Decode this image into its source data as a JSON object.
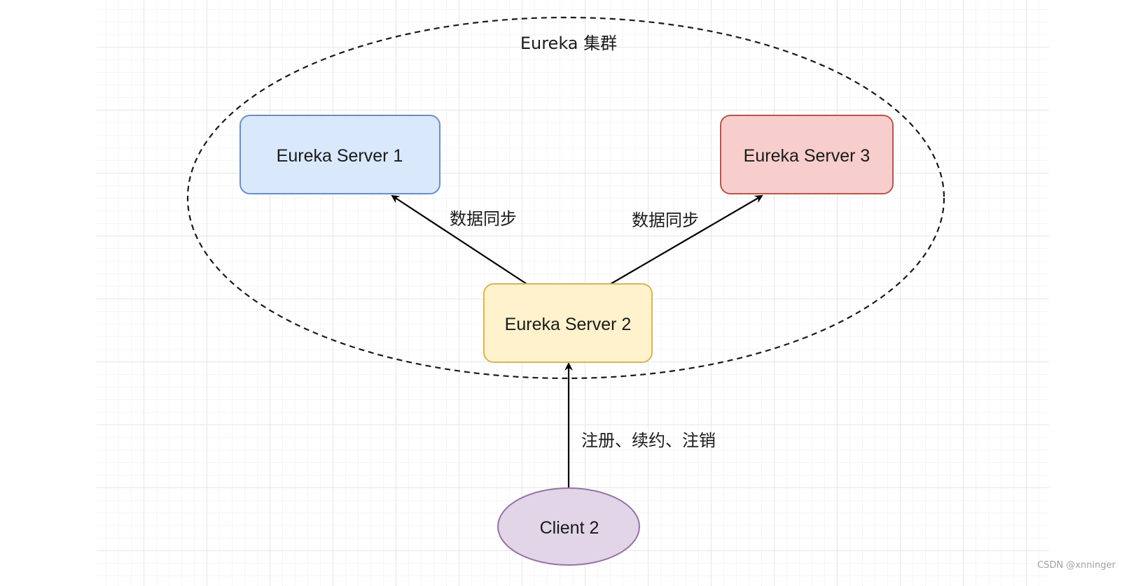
{
  "diagram": {
    "cluster_title": "Eureka 集群",
    "nodes": {
      "server1": "Eureka Server 1",
      "server2": "Eureka Server 2",
      "server3": "Eureka Server 3",
      "client": "Client 2"
    },
    "edges": {
      "sync_left": "数据同步",
      "sync_right": "数据同步",
      "client_ops": "注册、续约、注销"
    },
    "colors": {
      "server1_fill": "#dae8fc",
      "server1_stroke": "#6c8ebf",
      "server2_fill": "#fff2cc",
      "server2_stroke": "#d6b656",
      "server3_fill": "#f8cecc",
      "server3_stroke": "#b85450",
      "client_fill": "#e1d5e7",
      "client_stroke": "#9673a6"
    }
  },
  "watermark": "CSDN @xnninger"
}
